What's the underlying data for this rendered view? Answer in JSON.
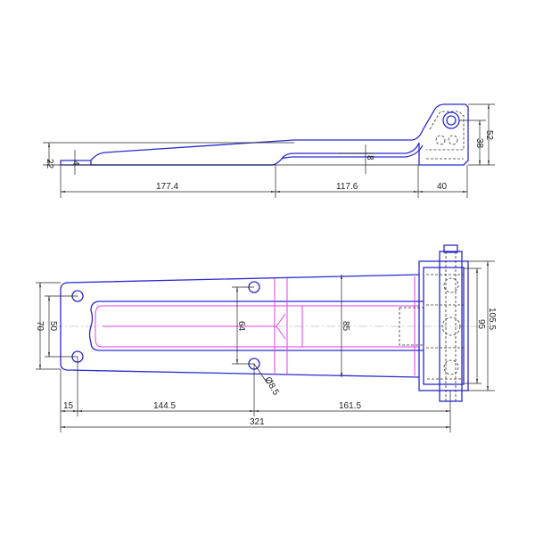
{
  "side_view": {
    "dims": {
      "len_a": "177.4",
      "len_b": "117.6",
      "len_c": "40",
      "height_total": "22",
      "thickness": "4",
      "offset": "8",
      "hinge_h": "38",
      "hinge_total": "52"
    }
  },
  "plan_view": {
    "dims": {
      "first_hole": "15",
      "hole_pitch": "144.5",
      "to_pin": "161.5",
      "overall": "321",
      "end_width": "70",
      "end_holes": "50",
      "mid_holes": "64",
      "body_width": "85",
      "hinge_inner": "95",
      "hinge_outer": "105.5",
      "hole_dia": "Ø8.5"
    }
  },
  "colors": {
    "outline": "#2a2ad0",
    "centerline": "#e040e0"
  }
}
